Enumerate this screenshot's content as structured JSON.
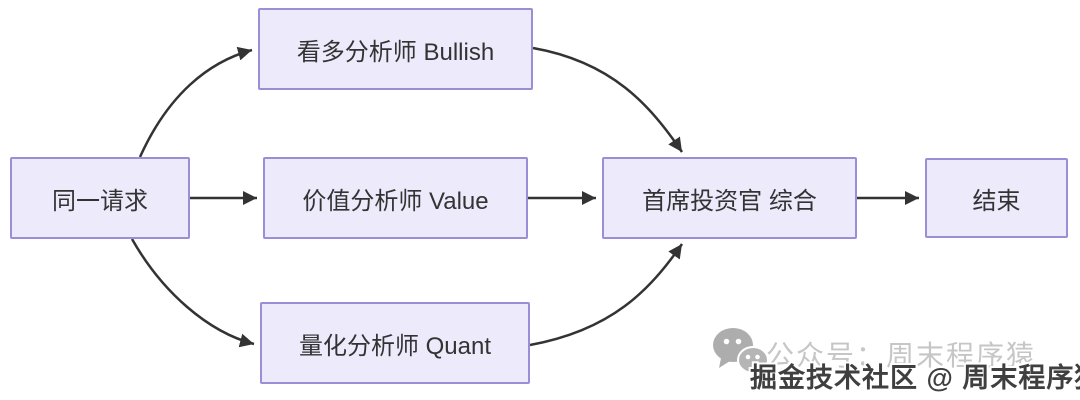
{
  "diagram": {
    "type": "flowchart",
    "direction": "left-to-right",
    "nodes": {
      "start": {
        "label": "同一请求"
      },
      "bullish": {
        "label": "看多分析师 Bullish"
      },
      "value": {
        "label": "价值分析师 Value"
      },
      "quant": {
        "label": "量化分析师 Quant"
      },
      "cio": {
        "label": "首席投资官 综合"
      },
      "end": {
        "label": "结束"
      }
    },
    "edges": [
      {
        "from": "同一请求",
        "to": "看多分析师 Bullish"
      },
      {
        "from": "同一请求",
        "to": "价值分析师 Value"
      },
      {
        "from": "同一请求",
        "to": "量化分析师 Quant"
      },
      {
        "from": "看多分析师 Bullish",
        "to": "首席投资官 综合"
      },
      {
        "from": "价值分析师 Value",
        "to": "首席投资官 综合"
      },
      {
        "from": "量化分析师 Quant",
        "to": "首席投资官 综合"
      },
      {
        "from": "首席投资官 综合",
        "to": "结束"
      }
    ]
  },
  "watermark": {
    "icon": "wechat-icon",
    "wechat_label": "公众号：周末程序猿",
    "credit": "掘金技术社区 @ 周末程序猿"
  },
  "colors": {
    "background": "#FFFFFF",
    "node_fill": "#ECEAFB",
    "node_border": "#9A8FD6",
    "node_text": "#333333",
    "edge": "#333333",
    "watermark_gray": "#C6C6C6",
    "credit_text": "#3F3F3F"
  }
}
